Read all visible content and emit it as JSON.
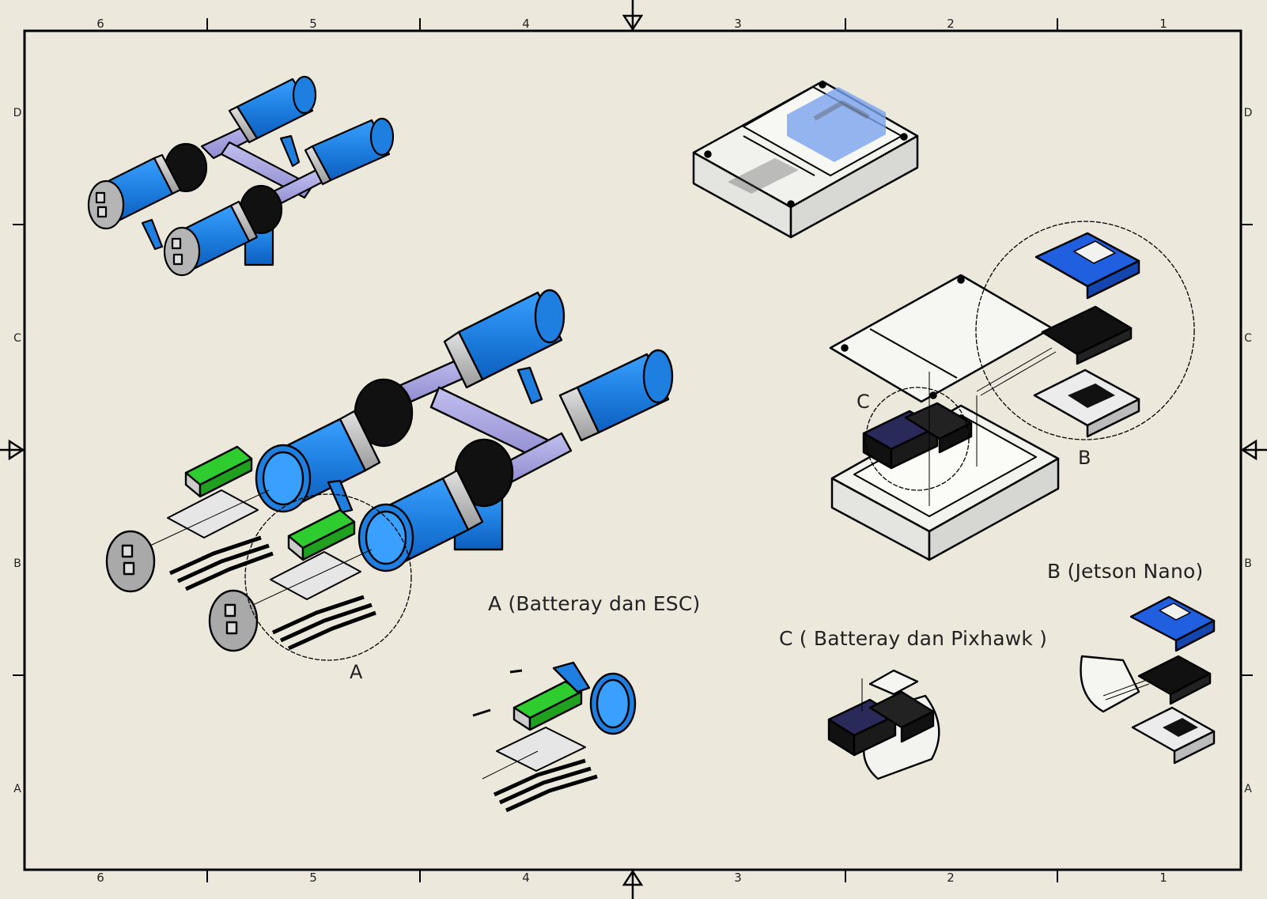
{
  "sheet": {
    "type": "engineering-drawing",
    "background_color": "#ece9dc",
    "frame_color": "#000000",
    "zone_columns_top": [
      "6",
      "5",
      "4",
      "3",
      "2",
      "1"
    ],
    "zone_columns_bottom": [
      "6",
      "5",
      "4",
      "3",
      "2",
      "1"
    ],
    "zone_rows_left": [
      "D",
      "C",
      "B",
      "A"
    ],
    "zone_rows_right": [
      "D",
      "C",
      "B",
      "A"
    ],
    "centering_marks": [
      "top",
      "bottom",
      "left",
      "right"
    ]
  },
  "views": {
    "assembly_small": {
      "name": "Assembled thruster frame (isometric)"
    },
    "enclosure_closed": {
      "name": "Electronics enclosure (closed, transparent)"
    },
    "assembly_exploded": {
      "name": "Thruster frame exploded view"
    },
    "enclosure_exploded": {
      "name": "Electronics enclosure exploded view"
    },
    "detail_a": {
      "name": "Detail A view"
    },
    "detail_b": {
      "name": "Detail B view"
    },
    "detail_c": {
      "name": "Detail C view"
    }
  },
  "callouts": {
    "a": "A",
    "b": "B",
    "c": "C"
  },
  "captions": {
    "detail_a": "A (Batteray dan ESC)",
    "detail_b": "B (Jetson Nano)",
    "detail_c": "C ( Batteray dan Pixhawk )"
  },
  "colors": {
    "tube_blue": "#1e7fe0",
    "tube_grey": "#b9b9b9",
    "pipe_lavender": "#a6a2dc",
    "battery_green": "#2ecc2e",
    "jetson_blue": "#1f5fe0",
    "board_black": "#111111"
  }
}
